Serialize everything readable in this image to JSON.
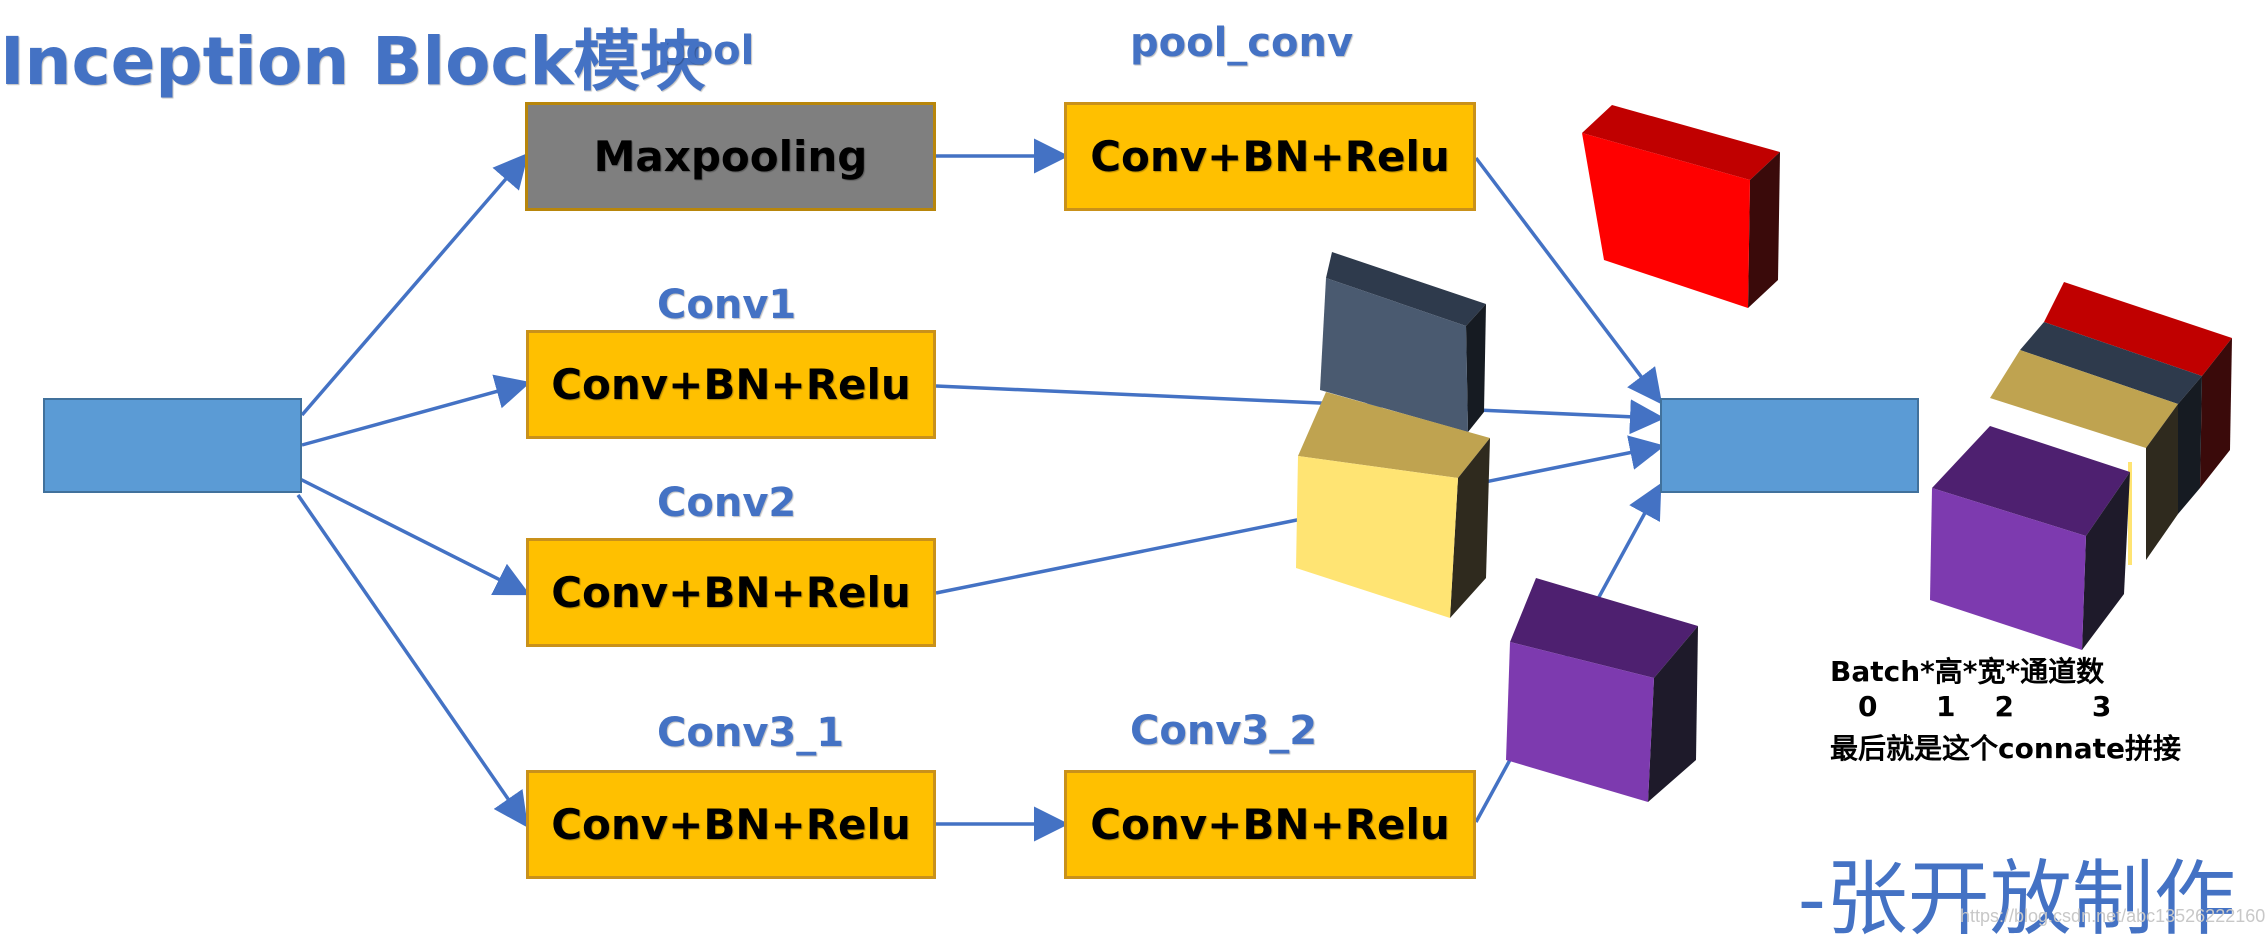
{
  "title": "Inception Block模块",
  "labels": {
    "pool": "pool",
    "pool_conv": "pool_conv",
    "conv1": "Conv1",
    "conv2": "Conv2",
    "conv3_1": "Conv3_1",
    "conv3_2": "Conv3_2"
  },
  "boxes": {
    "maxpooling": "Maxpooling",
    "pool_conv": "Conv+BN+Relu",
    "conv1": "Conv+BN+Relu",
    "conv2": "Conv+BN+Relu",
    "conv3_1": "Conv+BN+Relu",
    "conv3_2": "Conv+BN+Relu"
  },
  "notes": {
    "line1": "Batch*高*宽*通道数",
    "line2": "0      1    2        3",
    "line3": "最后就是这个connate拼接"
  },
  "signature": "-张开放制作",
  "watermark": "https://blog.csdn.net/abc13526222160",
  "colors": {
    "arrow": "#4472C4",
    "box_fill": "#FFC000",
    "maxpool_fill": "#7F7F7F",
    "io_fill": "#5B9BD5",
    "cube_red": "#FF0000",
    "cube_slate": "#4A5A70",
    "cube_yellow": "#FFE473",
    "cube_purple": "#7D3AAF"
  }
}
